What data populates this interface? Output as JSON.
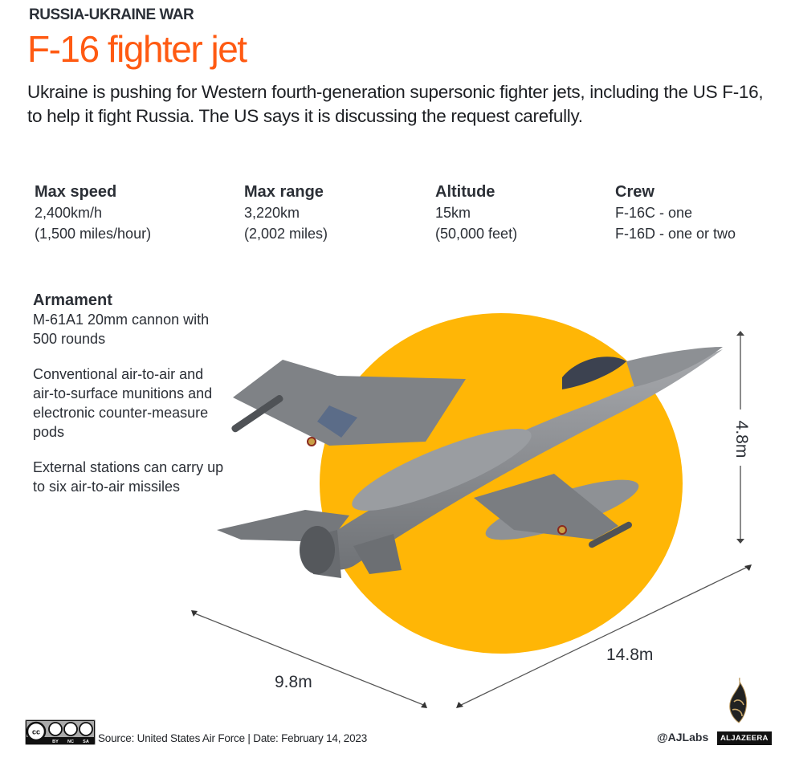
{
  "header": {
    "kicker": "RUSSIA-UKRAINE WAR",
    "title": "F-16 fighter jet",
    "intro": "Ukraine is pushing for Western fourth-generation supersonic fighter jets, including the US F-16, to help it fight Russia. The US says it is discussing the request carefully."
  },
  "stats": [
    {
      "heading": "Max speed",
      "line1": "2,400km/h",
      "line2": "(1,500 miles/hour)"
    },
    {
      "heading": "Max range",
      "line1": "3,220km",
      "line2": "(2,002 miles)"
    },
    {
      "heading": "Altitude",
      "line1": "15km",
      "line2": "(50,000 feet)"
    },
    {
      "heading": "Crew",
      "line1": "F-16C - one",
      "line2": "F-16D - one or two"
    }
  ],
  "armament": {
    "heading": "Armament",
    "paragraphs": [
      "M-61A1 20mm cannon with 500 rounds",
      "Conventional air-to-air and air-to-surface munitions and electronic counter-measure pods",
      "External stations can carry up to six air-to-air missiles"
    ]
  },
  "dimensions": {
    "height": "4.8m",
    "length": "14.8m",
    "wingspan": "9.8m"
  },
  "footer": {
    "license_icon": "cc-by-nc-sa-icon",
    "license_labels": [
      "BY",
      "NC",
      "SA"
    ],
    "source": "Source: United States Air Force |  Date: February 14, 2023",
    "handle": "@AJLabs",
    "brand": "ALJAZEERA"
  },
  "colors": {
    "title": "#ff5a12",
    "accent_circle": "#ffb606",
    "text": "#2b2f36",
    "jet_body": "#8a8c90"
  }
}
